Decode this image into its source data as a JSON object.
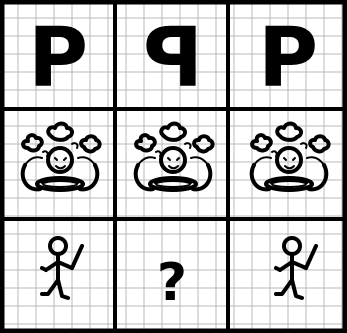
{
  "grid": {
    "rows": 3,
    "columns": 3
  },
  "row1": {
    "cell1": {
      "symbol": "P",
      "orientation": "normal"
    },
    "cell2": {
      "symbol": "P",
      "orientation": "mirrored"
    },
    "cell3": {
      "symbol": "P",
      "orientation": "normal"
    }
  },
  "row2": {
    "cell1": {
      "icon": "cloud-bowl-figure-icon"
    },
    "cell2": {
      "icon": "cloud-bowl-figure-icon"
    },
    "cell3": {
      "icon": "cloud-bowl-figure-icon"
    }
  },
  "row3": {
    "cell1": {
      "icon": "stick-figure-with-stick-icon"
    },
    "cell2": {
      "missing_label": "?"
    },
    "cell3": {
      "icon": "stick-figure-with-stick-icon"
    }
  },
  "colors": {
    "border": "#000000",
    "gridline": "#b9b9b9",
    "background": "#ffffff"
  }
}
